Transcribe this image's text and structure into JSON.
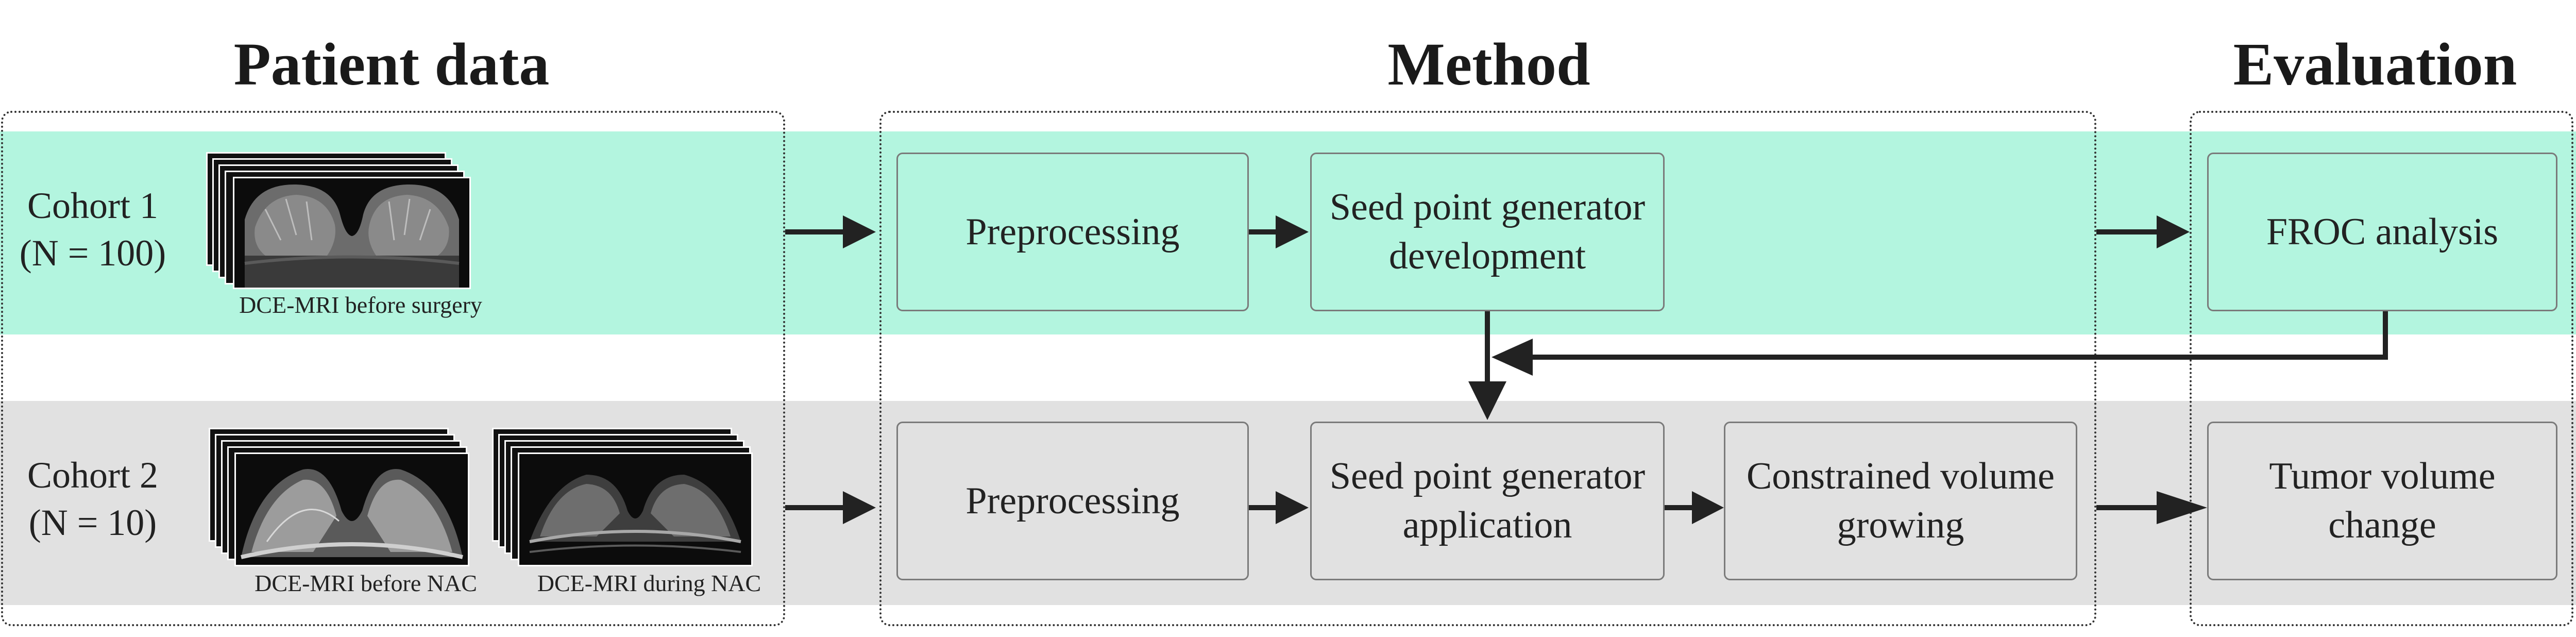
{
  "titles": {
    "patient_data": "Patient data",
    "method": "Method",
    "evaluation": "Evaluation"
  },
  "cohorts": [
    {
      "name": "Cohort 1",
      "size": "(N = 100)",
      "images": [
        {
          "caption": "DCE-MRI before surgery"
        }
      ]
    },
    {
      "name": "Cohort 2",
      "size": "(N = 10)",
      "images": [
        {
          "caption": "DCE-MRI before NAC"
        },
        {
          "caption": "DCE-MRI during NAC"
        }
      ]
    }
  ],
  "method": {
    "row1": [
      {
        "label": "Preprocessing"
      },
      {
        "label": "Seed point generator development"
      }
    ],
    "row2": [
      {
        "label": "Preprocessing"
      },
      {
        "label": "Seed point generator application"
      },
      {
        "label": "Constrained volume growing"
      }
    ]
  },
  "evaluation": {
    "row1": {
      "label": "FROC analysis"
    },
    "row2": {
      "label": "Tumor volume change"
    }
  },
  "colors": {
    "cohort1_band": "#b3f5df",
    "cohort2_band": "#e1e1e1",
    "arrow": "#222222"
  }
}
